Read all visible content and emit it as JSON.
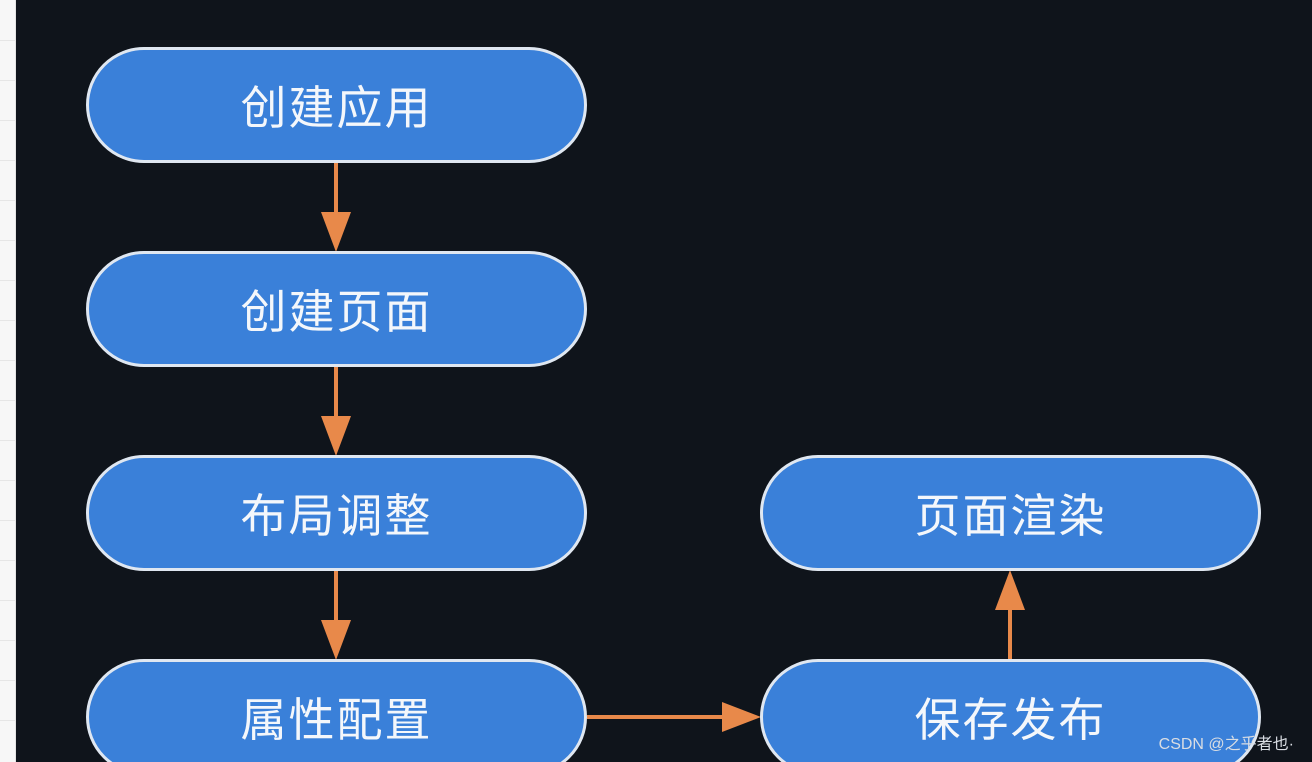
{
  "diagram": {
    "nodes": [
      {
        "id": "create-app",
        "label": "创建应用"
      },
      {
        "id": "create-page",
        "label": "创建页面"
      },
      {
        "id": "layout-adjust",
        "label": "布局调整"
      },
      {
        "id": "property-config",
        "label": "属性配置"
      },
      {
        "id": "save-publish",
        "label": "保存发布"
      },
      {
        "id": "page-render",
        "label": "页面渲染"
      }
    ],
    "edges": [
      {
        "from": "create-app",
        "to": "create-page"
      },
      {
        "from": "create-page",
        "to": "layout-adjust"
      },
      {
        "from": "layout-adjust",
        "to": "property-config"
      },
      {
        "from": "property-config",
        "to": "save-publish"
      },
      {
        "from": "save-publish",
        "to": "page-render"
      }
    ],
    "colors": {
      "background": "#0f141b",
      "node_fill": "#3a80d9",
      "node_border": "#dfe7f1",
      "node_text": "#f4f7fb",
      "arrow": "#e8894a"
    }
  },
  "watermark": "CSDN @之乎者也·"
}
